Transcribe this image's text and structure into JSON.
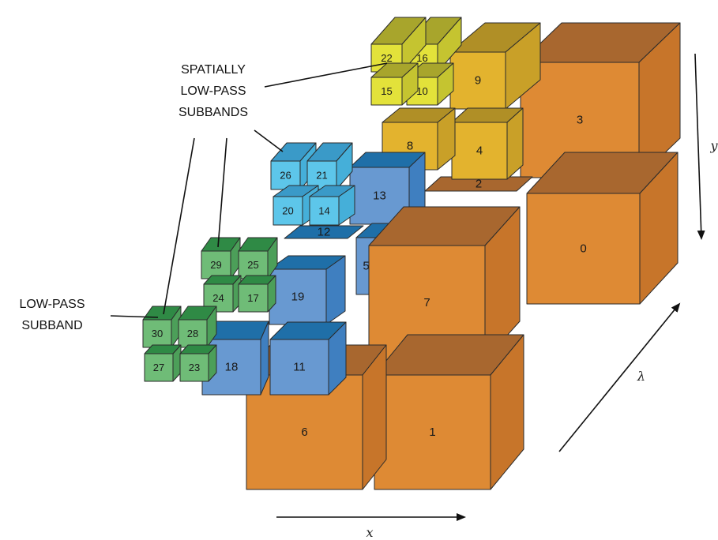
{
  "annotations": {
    "spatial_line1": "SPATIALLY",
    "spatial_line2": "LOW-PASS",
    "spatial_line3": "SUBBANDS",
    "lowpass_line1": "LOW-PASS",
    "lowpass_line2": "SUBBAND"
  },
  "axes": {
    "x": "x",
    "y": "y",
    "lambda": "λ"
  },
  "colors": {
    "orange": {
      "front": "#de8a34",
      "top": "#a8672f",
      "side": "#c7752a"
    },
    "yellow": {
      "front": "#e3b32e",
      "top": "#b08f26",
      "side": "#c9a028"
    },
    "lime": {
      "front": "#e3e23a",
      "top": "#a8a52c",
      "side": "#c5c430"
    },
    "blue": {
      "front": "#6899d1",
      "top": "#1f6fa8",
      "side": "#3f7fc0"
    },
    "cyan": {
      "front": "#5dc6ea",
      "top": "#3a9ac8",
      "side": "#45afd9"
    },
    "green": {
      "front": "#6fbc77",
      "top": "#2f8a45",
      "side": "#4c9f59"
    }
  },
  "cubes": [
    {
      "label": "0",
      "color": "orange"
    },
    {
      "label": "1",
      "color": "orange"
    },
    {
      "label": "2",
      "color": "orange"
    },
    {
      "label": "3",
      "color": "orange"
    },
    {
      "label": "4",
      "color": "yellow"
    },
    {
      "label": "5",
      "color": "blue"
    },
    {
      "label": "6",
      "color": "orange"
    },
    {
      "label": "7",
      "color": "orange"
    },
    {
      "label": "8",
      "color": "yellow"
    },
    {
      "label": "9",
      "color": "yellow"
    },
    {
      "label": "10",
      "color": "lime"
    },
    {
      "label": "11",
      "color": "blue"
    },
    {
      "label": "12",
      "color": "blue"
    },
    {
      "label": "13",
      "color": "blue"
    },
    {
      "label": "14",
      "color": "cyan"
    },
    {
      "label": "15",
      "color": "lime"
    },
    {
      "label": "16",
      "color": "lime"
    },
    {
      "label": "17",
      "color": "green"
    },
    {
      "label": "18",
      "color": "blue"
    },
    {
      "label": "19",
      "color": "blue"
    },
    {
      "label": "20",
      "color": "cyan"
    },
    {
      "label": "21",
      "color": "cyan"
    },
    {
      "label": "22",
      "color": "lime"
    },
    {
      "label": "23",
      "color": "green"
    },
    {
      "label": "24",
      "color": "green"
    },
    {
      "label": "25",
      "color": "green"
    },
    {
      "label": "26",
      "color": "cyan"
    },
    {
      "label": "27",
      "color": "green"
    },
    {
      "label": "28",
      "color": "green"
    },
    {
      "label": "29",
      "color": "green"
    },
    {
      "label": "30",
      "color": "green"
    }
  ]
}
